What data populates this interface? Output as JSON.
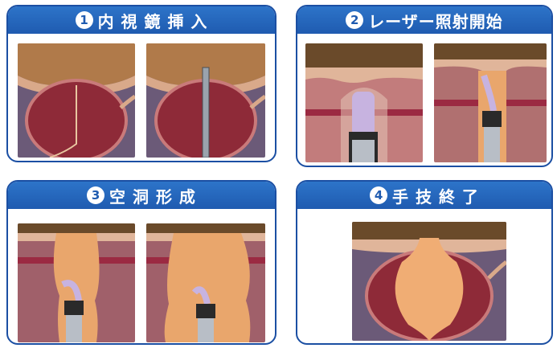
{
  "steps": [
    {
      "number": "1",
      "title": "内 視 鏡 挿 入"
    },
    {
      "number": "2",
      "title": "レーザー照射開始"
    },
    {
      "number": "3",
      "title": "空 洞 形 成"
    },
    {
      "number": "4",
      "title": "手 技 終 了"
    }
  ]
}
